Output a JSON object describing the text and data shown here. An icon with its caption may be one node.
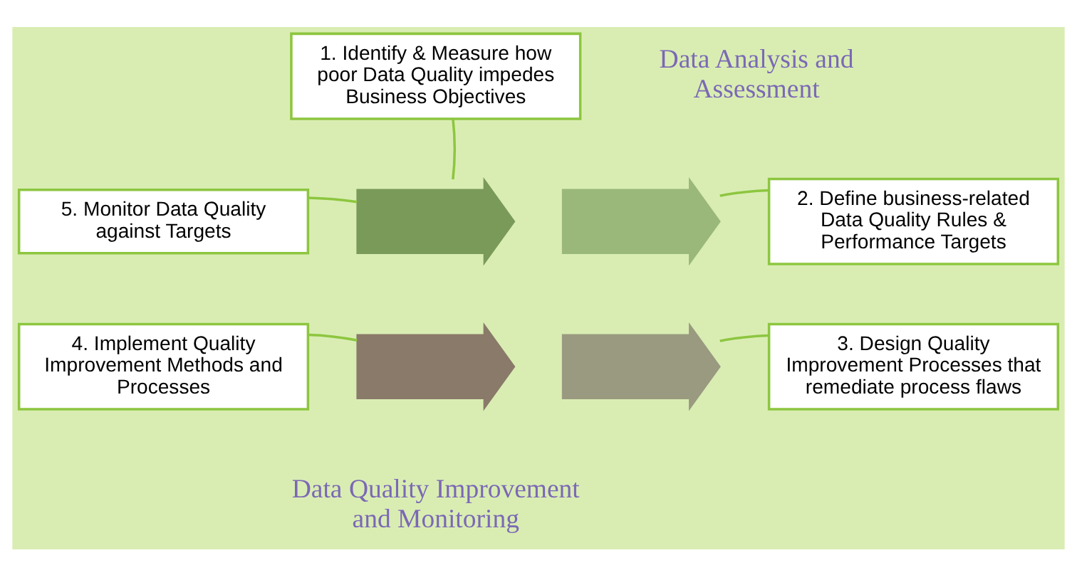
{
  "diagram": {
    "nodes": [
      {
        "text": [
          "1. Identify & Measure how poor Data Quality impedes Business Objectives"
        ]
      },
      {
        "text": [
          "2. Define business-related Data Quality Rules & Performance Targets"
        ]
      },
      {
        "text": [
          "3. Design Quality Improvement Processes that remediate process flaws"
        ]
      },
      {
        "text": [
          "4. Implement Quality Improvement Methods and Processes"
        ]
      },
      {
        "text": [
          "5. Monitor Data Quality against Targets"
        ]
      },
      {
        "text": [],
        "shape": "arrow"
      },
      {
        "text": [],
        "shape": "arrow"
      },
      {
        "text": [],
        "shape": "arrow"
      },
      {
        "text": [],
        "shape": "arrow"
      }
    ],
    "edges": [
      {
        "from": 0,
        "to": 5,
        "arrow": "none"
      },
      {
        "from": 1,
        "to": 6,
        "arrow": "none"
      },
      {
        "from": 2,
        "to": 7,
        "arrow": "none"
      },
      {
        "from": 3,
        "to": 8,
        "arrow": "none"
      },
      {
        "from": 4,
        "to": 5,
        "arrow": "none"
      }
    ],
    "labels": [
      "Data Analysis and Assessment",
      "Data Quality Improvement and Monitoring"
    ]
  }
}
